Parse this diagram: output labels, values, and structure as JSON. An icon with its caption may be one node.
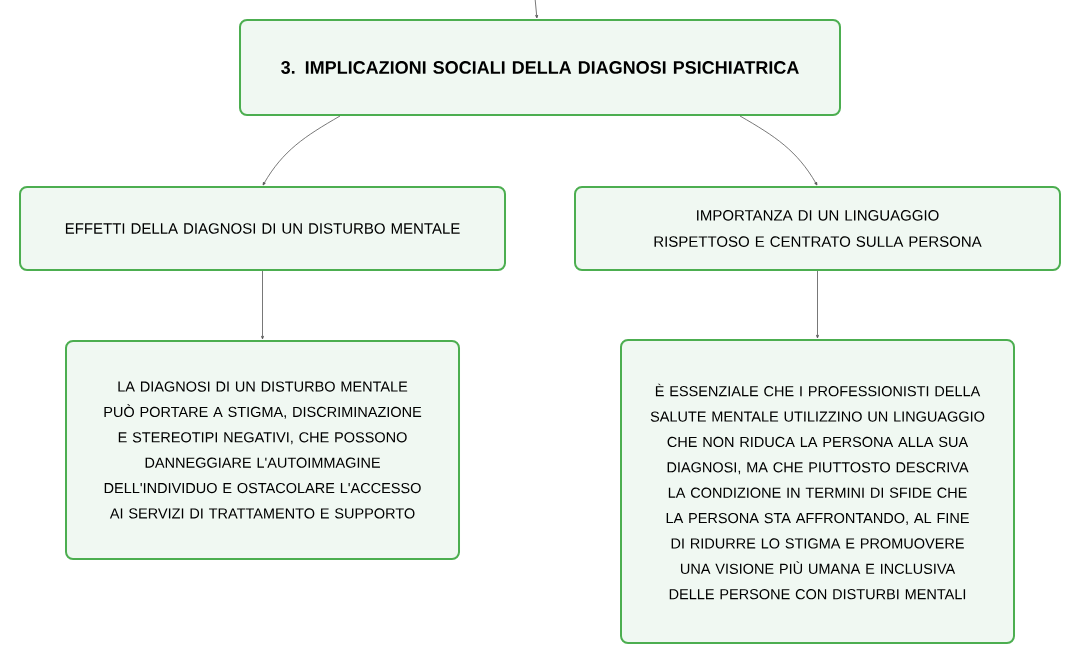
{
  "diagram": {
    "nodes": [
      {
        "text": [
          "3. IMPLICAZIONI SOCIALI DELLA DIAGNOSI PSICHIATRICA"
        ]
      },
      {
        "text": [
          "EFFETTI DELLA DIAGNOSI DI UN DISTURBO MENTALE"
        ]
      },
      {
        "text": [
          "IMPORTANZA DI UN LINGUAGGIO RISPETTOSO E CENTRATO SULLA PERSONA"
        ]
      },
      {
        "text": [
          "LA DIAGNOSI DI UN DISTURBO MENTALE PUÒ PORTARE A STIGMA, DISCRIMINAZIONE E STEREOTIPI NEGATIVI, CHE POSSONO DANNEGGIARE L'AUTOIMMAGINE DELL'INDIVIDUO E OSTACOLARE L'ACCESSO AI SERVIZI DI TRATTAMENTO E SUPPORTO"
        ]
      },
      {
        "text": [
          "È ESSENZIALE CHE I PROFESSIONISTI DELLA SALUTE MENTALE UTILIZZINO UN LINGUAGGIO CHE NON RIDUCA LA PERSONA ALLA SUA DIAGNOSI, MA CHE PIUTTOSTO DESCRIVA LA CONDIZIONE IN TERMINI DI SFIDE CHE LA PERSONA STA AFFRONTANDO, AL FINE DI RIDURRE LO STIGMA E PROMUOVERE UNA VISIONE PIÙ UMANA E INCLUSIVA DELLE PERSONE CON DISTURBI MENTALI"
        ]
      }
    ],
    "edges": [
      {
        "from": null,
        "to": 0,
        "arrow": "to"
      },
      {
        "from": 0,
        "to": 1,
        "arrow": "to"
      },
      {
        "from": 0,
        "to": 2,
        "arrow": "to"
      },
      {
        "from": 1,
        "to": 3,
        "arrow": "to"
      },
      {
        "from": 2,
        "to": 4,
        "arrow": "to"
      }
    ]
  }
}
